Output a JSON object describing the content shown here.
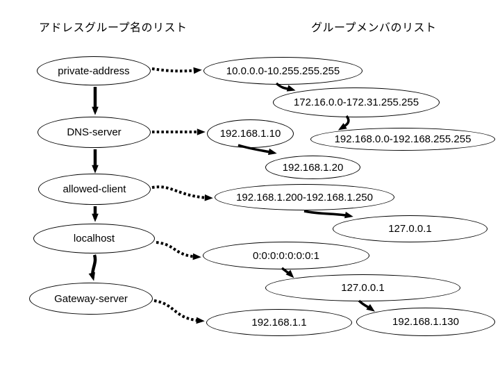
{
  "headers": {
    "left": "アドレスグループ名のリスト",
    "right": "グループメンバのリスト"
  },
  "groups": [
    {
      "label": "private-address",
      "members": [
        "10.0.0.0-10.255.255.255",
        "172.16.0.0-172.31.255.255",
        "192.168.0.0-192.168.255.255"
      ]
    },
    {
      "label": "DNS-server",
      "members": [
        "192.168.1.10",
        "192.168.1.20"
      ]
    },
    {
      "label": "allowed-client",
      "members": [
        "192.168.1.200-192.168.1.250",
        "127.0.0.1"
      ]
    },
    {
      "label": "localhost",
      "members": [
        "0:0:0:0:0:0:0:1",
        "127.0.0.1"
      ]
    },
    {
      "label": "Gateway-server",
      "members": [
        "192.168.1.1",
        "192.168.1.130"
      ]
    }
  ],
  "members": [
    {
      "label": "10.0.0.0-10.255.255.255"
    },
    {
      "label": "172.16.0.0-172.31.255.255"
    },
    {
      "label": "192.168.1.10"
    },
    {
      "label": "192.168.0.0-192.168.255.255"
    },
    {
      "label": "192.168.1.20"
    },
    {
      "label": "192.168.1.200-192.168.1.250"
    },
    {
      "label": "127.0.0.1"
    },
    {
      "label": "0:0:0:0:0:0:0:1"
    },
    {
      "label": "127.0.0.1"
    },
    {
      "label": "192.168.1.1"
    },
    {
      "label": "192.168.1.130"
    }
  ],
  "connections": {
    "group_chain": [
      "private-address",
      "DNS-server",
      "allowed-client",
      "localhost",
      "Gateway-server"
    ],
    "dotted_group_to_member": [
      [
        "private-address",
        "10.0.0.0-10.255.255.255"
      ],
      [
        "DNS-server",
        "192.168.1.10"
      ],
      [
        "allowed-client",
        "192.168.1.200-192.168.1.250"
      ],
      [
        "localhost",
        "0:0:0:0:0:0:0:1"
      ],
      [
        "Gateway-server",
        "192.168.1.1"
      ]
    ],
    "member_chains": [
      [
        "10.0.0.0-10.255.255.255",
        "172.16.0.0-172.31.255.255",
        "192.168.0.0-192.168.255.255"
      ],
      [
        "192.168.1.10",
        "192.168.1.20"
      ],
      [
        "192.168.1.200-192.168.1.250",
        "127.0.0.1"
      ],
      [
        "0:0:0:0:0:0:0:1",
        "127.0.0.1",
        "192.168.1.130"
      ],
      [
        "192.168.1.1"
      ]
    ]
  },
  "colors": {
    "ink": "#000000",
    "background": "#ffffff"
  }
}
